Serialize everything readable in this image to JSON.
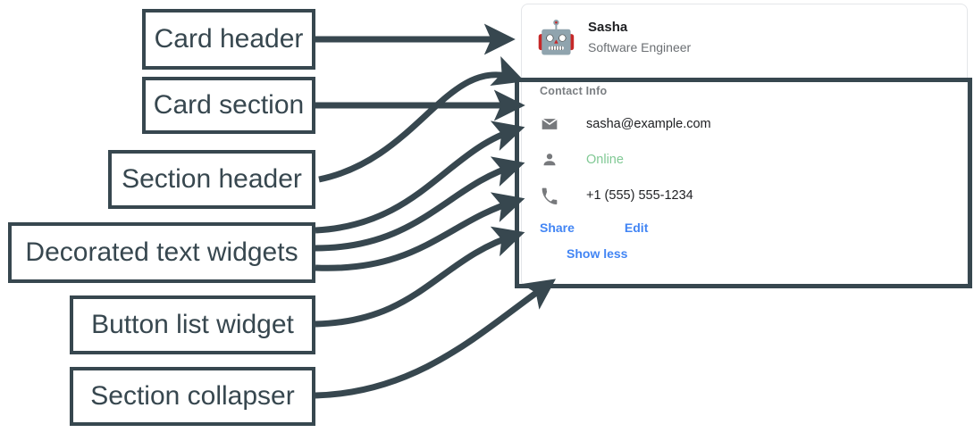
{
  "annotations": [
    {
      "id": "card-header",
      "label": "Card header"
    },
    {
      "id": "card-section",
      "label": "Card section"
    },
    {
      "id": "section-header",
      "label": "Section header"
    },
    {
      "id": "decorated-text",
      "label": "Decorated text widgets"
    },
    {
      "id": "button-list",
      "label": "Button list widget"
    },
    {
      "id": "section-collapser",
      "label": "Section collapser"
    }
  ],
  "card": {
    "header": {
      "avatar_icon": "robot-face-icon",
      "avatar_glyph": "🤖",
      "title": "Sasha",
      "subtitle": "Software Engineer"
    },
    "section": {
      "header": "Contact Info",
      "rows": [
        {
          "icon": "email-icon",
          "text": "sasha@example.com",
          "status": false
        },
        {
          "icon": "person-icon",
          "text": "Online",
          "status": true
        },
        {
          "icon": "phone-icon",
          "text": "+1 (555) 555-1234",
          "status": false
        }
      ],
      "buttons": [
        {
          "label": "Share"
        },
        {
          "label": "Edit"
        }
      ],
      "collapser": {
        "label": "Show less"
      }
    }
  },
  "colors": {
    "annotation_stroke": "#37474f",
    "link_blue": "#4285f4",
    "status_green": "#81c995",
    "muted_gray": "#6b6f73",
    "card_border": "#e4e6e9"
  }
}
